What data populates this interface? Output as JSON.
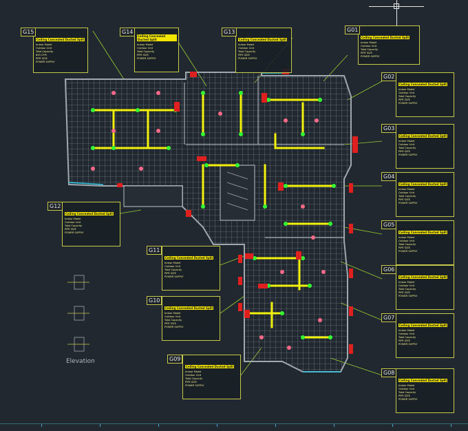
{
  "colors": {
    "background": "#212830",
    "grid": "#8a96a0",
    "duct_yellow": "#f2f20a",
    "diffuser_green": "#33ff33",
    "diffuser_pink": "#ff6a88",
    "unit_red": "#e0201e",
    "leader_green": "#9acd32",
    "wall": "#a0a8b0"
  },
  "elevation": {
    "label": "Elevation"
  },
  "callouts": [
    {
      "tag": "G15",
      "lines": [
        "Ceiling Concealed Ducted Split",
        "Indoor Model",
        "Outdoor Unit",
        "Total Capacity",
        "850 CFM",
        "PIPE SIZE",
        "POWER SUPPLY",
        "",
        "",
        ""
      ]
    },
    {
      "tag": "G14",
      "lines": [
        "Ceiling Concealed Ducted Split",
        "Indoor Model",
        "Outdoor Unit",
        "Total Capacity",
        "PIPE SIZE",
        "POWER SUPPLY",
        "",
        "",
        ""
      ]
    },
    {
      "tag": "G13",
      "lines": [
        "Ceiling Concealed Ducted Split",
        "Indoor Model",
        "Outdoor Unit",
        "Total Capacity",
        "PIPE SIZE",
        "POWER SUPPLY",
        "",
        "",
        ""
      ]
    },
    {
      "tag": "G01",
      "lines": [
        "Ceiling Concealed Ducted Split",
        "Indoor Model",
        "Outdoor Unit",
        "Total Capacity",
        "PIPE SIZE",
        "POWER SUPPLY",
        "",
        ""
      ]
    },
    {
      "tag": "G02",
      "lines": [
        "Ceiling Concealed Ducted Split",
        "Indoor Model",
        "Outdoor Unit",
        "Total Capacity",
        "PIPE SIZE",
        "POWER SUPPLY",
        "",
        ""
      ]
    },
    {
      "tag": "G03",
      "lines": [
        "Ceiling Concealed Ducted Split",
        "Indoor Model",
        "Outdoor Unit",
        "Total Capacity",
        "PIPE SIZE",
        "POWER SUPPLY",
        "",
        ""
      ]
    },
    {
      "tag": "G04",
      "lines": [
        "Ceiling Concealed Ducted Split",
        "Indoor Model",
        "Outdoor Unit",
        "Total Capacity",
        "PIPE SIZE",
        "POWER SUPPLY",
        "",
        ""
      ]
    },
    {
      "tag": "G05",
      "lines": [
        "Ceiling Concealed Ducted Split",
        "Indoor Model",
        "Outdoor Unit",
        "Total Capacity",
        "PIPE SIZE",
        "POWER SUPPLY",
        "",
        ""
      ]
    },
    {
      "tag": "G06",
      "lines": [
        "Ceiling Concealed Ducted Split",
        "Indoor Model",
        "Outdoor Unit",
        "Total Capacity",
        "PIPE SIZE",
        "POWER SUPPLY",
        "",
        ""
      ]
    },
    {
      "tag": "G07",
      "lines": [
        "Ceiling Concealed Ducted Split",
        "Indoor Model",
        "Outdoor Unit",
        "Total Capacity",
        "PIPE SIZE",
        "POWER SUPPLY",
        "",
        ""
      ]
    },
    {
      "tag": "G08",
      "lines": [
        "Ceiling Concealed Ducted Split",
        "Indoor Model",
        "Outdoor Unit",
        "Total Capacity",
        "PIPE SIZE",
        "POWER SUPPLY",
        "",
        ""
      ]
    },
    {
      "tag": "G09",
      "lines": [
        "Ceiling Concealed Ducted Split",
        "Indoor Model",
        "Outdoor Unit",
        "Total Capacity",
        "PIPE SIZE",
        "POWER SUPPLY",
        "",
        ""
      ]
    },
    {
      "tag": "G10",
      "lines": [
        "Ceiling Concealed Ducted Split",
        "Indoor Model",
        "Outdoor Unit",
        "Total Capacity",
        "PIPE SIZE",
        "POWER SUPPLY",
        "",
        ""
      ]
    },
    {
      "tag": "G11",
      "lines": [
        "Ceiling Concealed Ducted Split",
        "Indoor Model",
        "Outdoor Unit",
        "Total Capacity",
        "PIPE SIZE",
        "POWER SUPPLY",
        "",
        ""
      ]
    },
    {
      "tag": "G12",
      "lines": [
        "Ceiling Concealed Ducted Split",
        "Indoor Model",
        "Outdoor Unit",
        "Total Capacity",
        "PIPE SIZE",
        "POWER SUPPLY",
        "",
        ""
      ]
    }
  ]
}
